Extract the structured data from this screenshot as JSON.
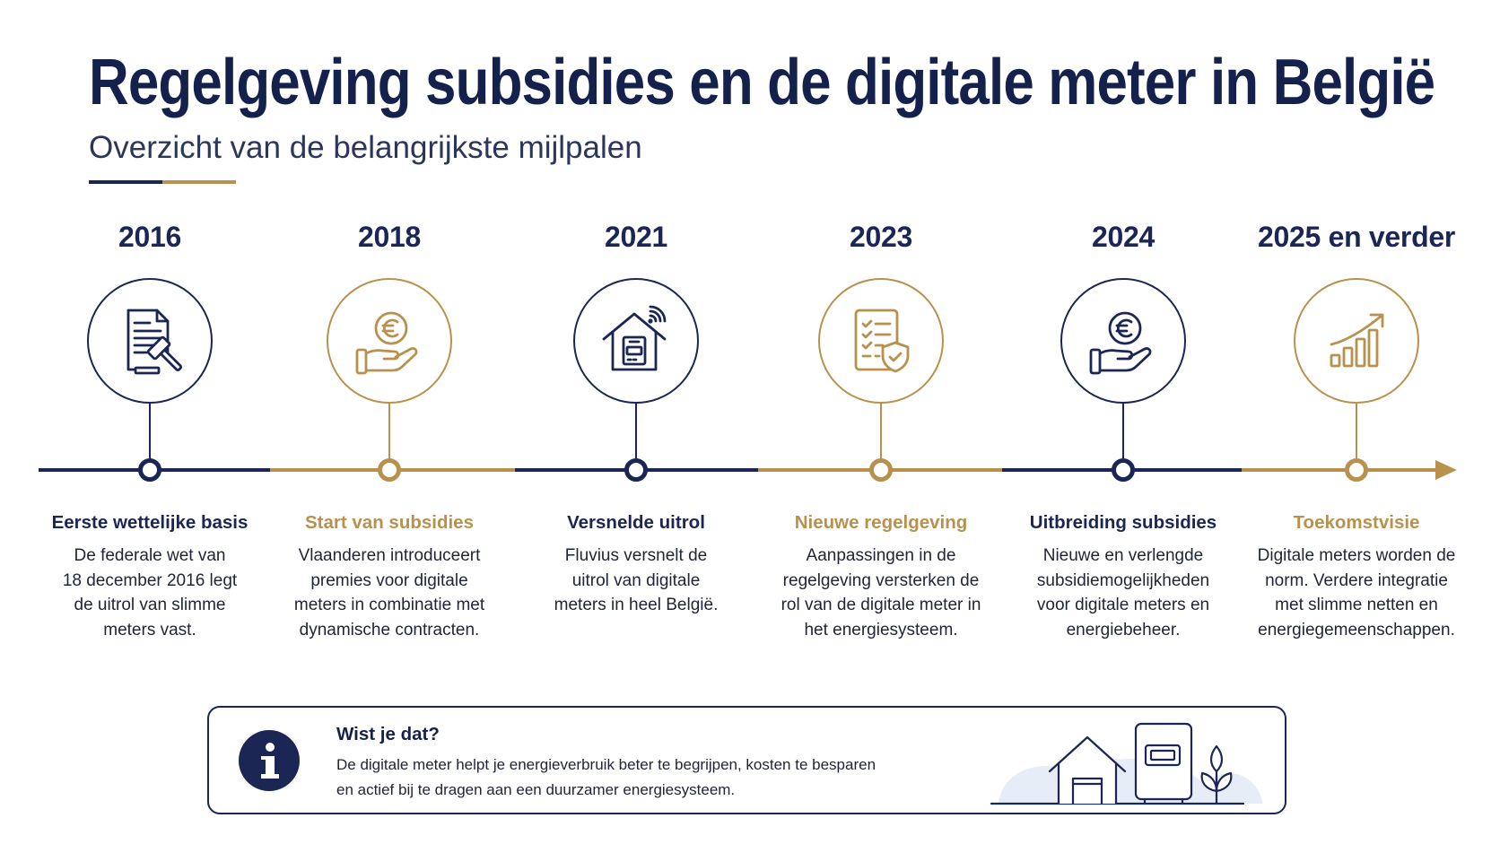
{
  "title": "Regelgeving subsidies en de digitale meter in België",
  "subtitle": "Overzicht van de belangrijkste mijlpalen",
  "colors": {
    "title": "#15214d",
    "subtitle": "#2b3658",
    "navy": "#1b2654",
    "gold": "#b8914f",
    "text": "#1f2436",
    "illustration_bg": "#e7edf6"
  },
  "milestones": [
    {
      "year": "2016",
      "icon": "document-gavel-icon",
      "accent": "#1b2654",
      "heading": "Eerste wettelijke basis",
      "description": "De federale wet van\n18 december 2016 legt\nde uitrol van slimme\nmeters vast."
    },
    {
      "year": "2018",
      "icon": "hand-euro-icon",
      "accent": "#b8914f",
      "heading": "Start van subsidies",
      "description": "Vlaanderen introduceert\npremies voor digitale\nmeters in combinatie met\ndynamische contracten."
    },
    {
      "year": "2021",
      "icon": "smart-home-meter-icon",
      "accent": "#1b2654",
      "heading": "Versnelde uitrol",
      "description": "Fluvius versnelt de\nuitrol van digitale\nmeters in heel België."
    },
    {
      "year": "2023",
      "icon": "checklist-shield-icon",
      "accent": "#b8914f",
      "heading": "Nieuwe regelgeving",
      "description": "Aanpassingen in de\nregelgeving versterken de\nrol van de digitale meter in\nhet energiesysteem."
    },
    {
      "year": "2024",
      "icon": "hand-euro-icon",
      "accent": "#1b2654",
      "heading": "Uitbreiding subsidies",
      "description": "Nieuwe en verlengde\nsubsidiemogelijkheden\nvoor digitale meters en\nenergiebeheer."
    },
    {
      "year": "2025 en verder",
      "icon": "growth-chart-icon",
      "accent": "#b8914f",
      "heading": "Toekomstvisie",
      "description": "Digitale meters worden de\nnorm. Verdere integratie\nmet slimme netten en\nenergiegemeenschappen."
    }
  ],
  "info": {
    "icon": "info-icon",
    "heading": "Wist je dat?",
    "body": "De digitale meter helpt je energieverbruik beter te begrijpen, kosten te besparen\nen actief bij te dragen aan een duurzamer energiesysteem.",
    "illustration": "house-meter-plant-illustration"
  }
}
